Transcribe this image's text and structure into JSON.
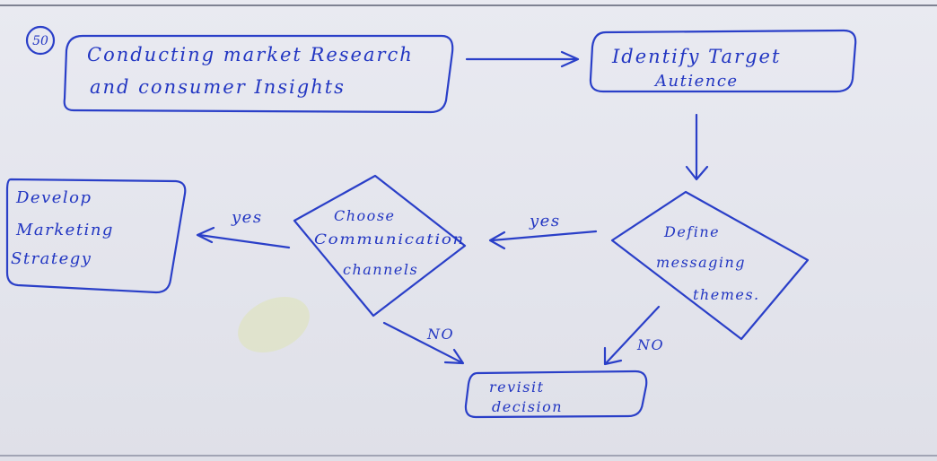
{
  "question_number": "50",
  "nodes": {
    "research": {
      "line1": "Conducting market Research",
      "line2": "and consumer Insights"
    },
    "audience": {
      "line1": "Identify Target",
      "line2": "Autience"
    },
    "messaging": {
      "line1": "Define",
      "line2": "messaging",
      "line3": "themes."
    },
    "channels": {
      "line1": "Choose",
      "line2": "Communication",
      "line3": "channels"
    },
    "strategy": {
      "line1": "Develop",
      "line2": "Marketing",
      "line3": "Strategy"
    },
    "revisit": {
      "line1": "revisit",
      "line2": "decision"
    }
  },
  "edges": {
    "messaging_to_channels": "yes",
    "channels_to_strategy": "yes",
    "channels_to_revisit": "NO",
    "messaging_to_revisit": "NO"
  },
  "colors": {
    "ink": "#2a3fc8",
    "paper": "#e6e7ee"
  }
}
